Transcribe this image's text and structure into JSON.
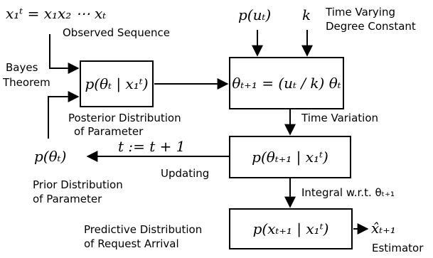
{
  "top_left": {
    "sequence_formula": "x₁ᵗ = x₁x₂ ⋯ xₜ",
    "observed_label": "Observed Sequence"
  },
  "inputs": {
    "p_ut": "p(uₜ)",
    "k": "k",
    "time_varying_line1": "Time Varying",
    "time_varying_line2": "Degree Constant"
  },
  "labels": {
    "bayes_line1": "Bayes",
    "bayes_line2": "Theorem",
    "posterior_line1": "Posterior Distribution",
    "posterior_line2": "of Parameter",
    "time_variation": "Time Variation",
    "t_update_formula": "t := t + 1",
    "updating": "Updating",
    "prior_formula": "p(θₜ)",
    "prior_line1": "Prior Distribution",
    "prior_line2": "of Parameter",
    "integral": "Integral w.r.t. θₜ₊₁",
    "predictive_line1": "Predictive Distribution",
    "predictive_line2": "of Request Arrival",
    "estimator_formula": "x̂ₜ₊₁",
    "estimator": "Estimator"
  },
  "boxes": {
    "posterior": "p(θₜ | x₁ᵗ)",
    "transition": "θₜ₊₁ = (uₜ / k) θₜ",
    "next_posterior": "p(θₜ₊₁ | x₁ᵗ)",
    "predictive": "p(xₜ₊₁ | x₁ᵗ)"
  }
}
